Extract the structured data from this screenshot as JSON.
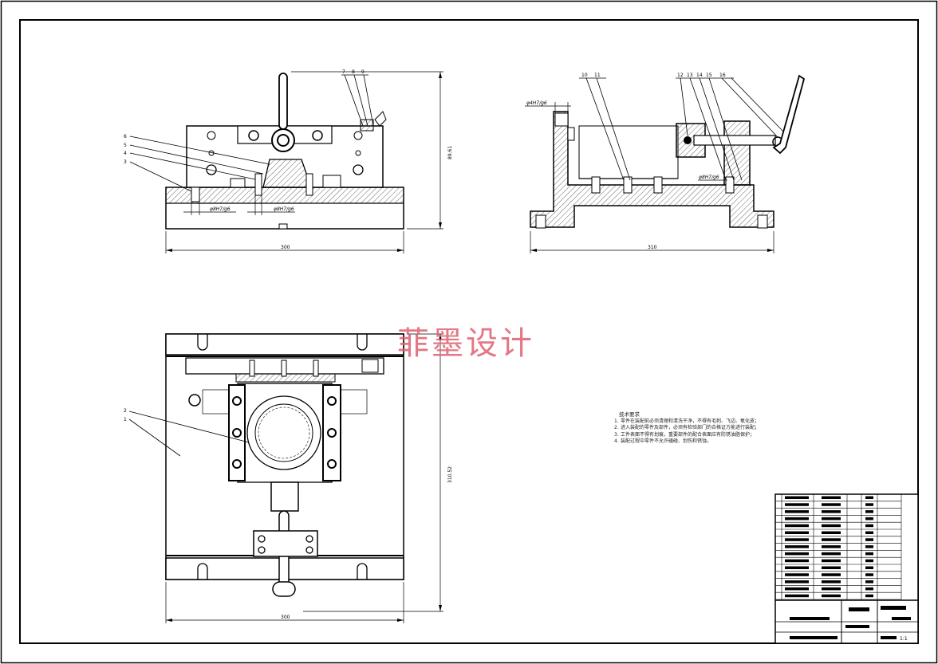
{
  "watermark": "菲墨设计",
  "technical_requirements": {
    "title": "技术要求",
    "items": [
      {
        "num": "1.",
        "text": "零件在装配前必须清理和清洗干净，不得有毛刺、飞边、氧化皮；"
      },
      {
        "num": "2.",
        "text": "进入装配的零件及部件，必须有检验部门的合格证方能进行装配；"
      },
      {
        "num": "3.",
        "text": "工件表面不得有划痕，重要部件的配合表面应有防锈油脂保护；"
      },
      {
        "num": "4.",
        "text": "装配过程中零件不允许磕碰、划伤和锈蚀。"
      }
    ]
  },
  "front_view": {
    "fit_left": "φ8H7/g6",
    "fit_right": "φ8H7/g6",
    "width_dim": "300",
    "height_dim": "89.61",
    "part_labels": [
      "6",
      "5",
      "4",
      "3"
    ],
    "top_labels": [
      "7",
      "8",
      "9"
    ]
  },
  "side_view": {
    "fit_top": "φ4H7/g6",
    "fit_inner": "φ8H7/g6",
    "width_dim": "310",
    "top_labels": [
      "10",
      "11",
      "12",
      "13",
      "14",
      "15",
      "16"
    ]
  },
  "plan_view": {
    "width_dim": "300",
    "height_dim": "310.52",
    "part_labels": [
      "2",
      "1"
    ]
  },
  "title_block": {
    "scale": "1:1"
  },
  "colors": {
    "line": "#000000",
    "hatch": "#555555",
    "watermark": "#e06070"
  }
}
